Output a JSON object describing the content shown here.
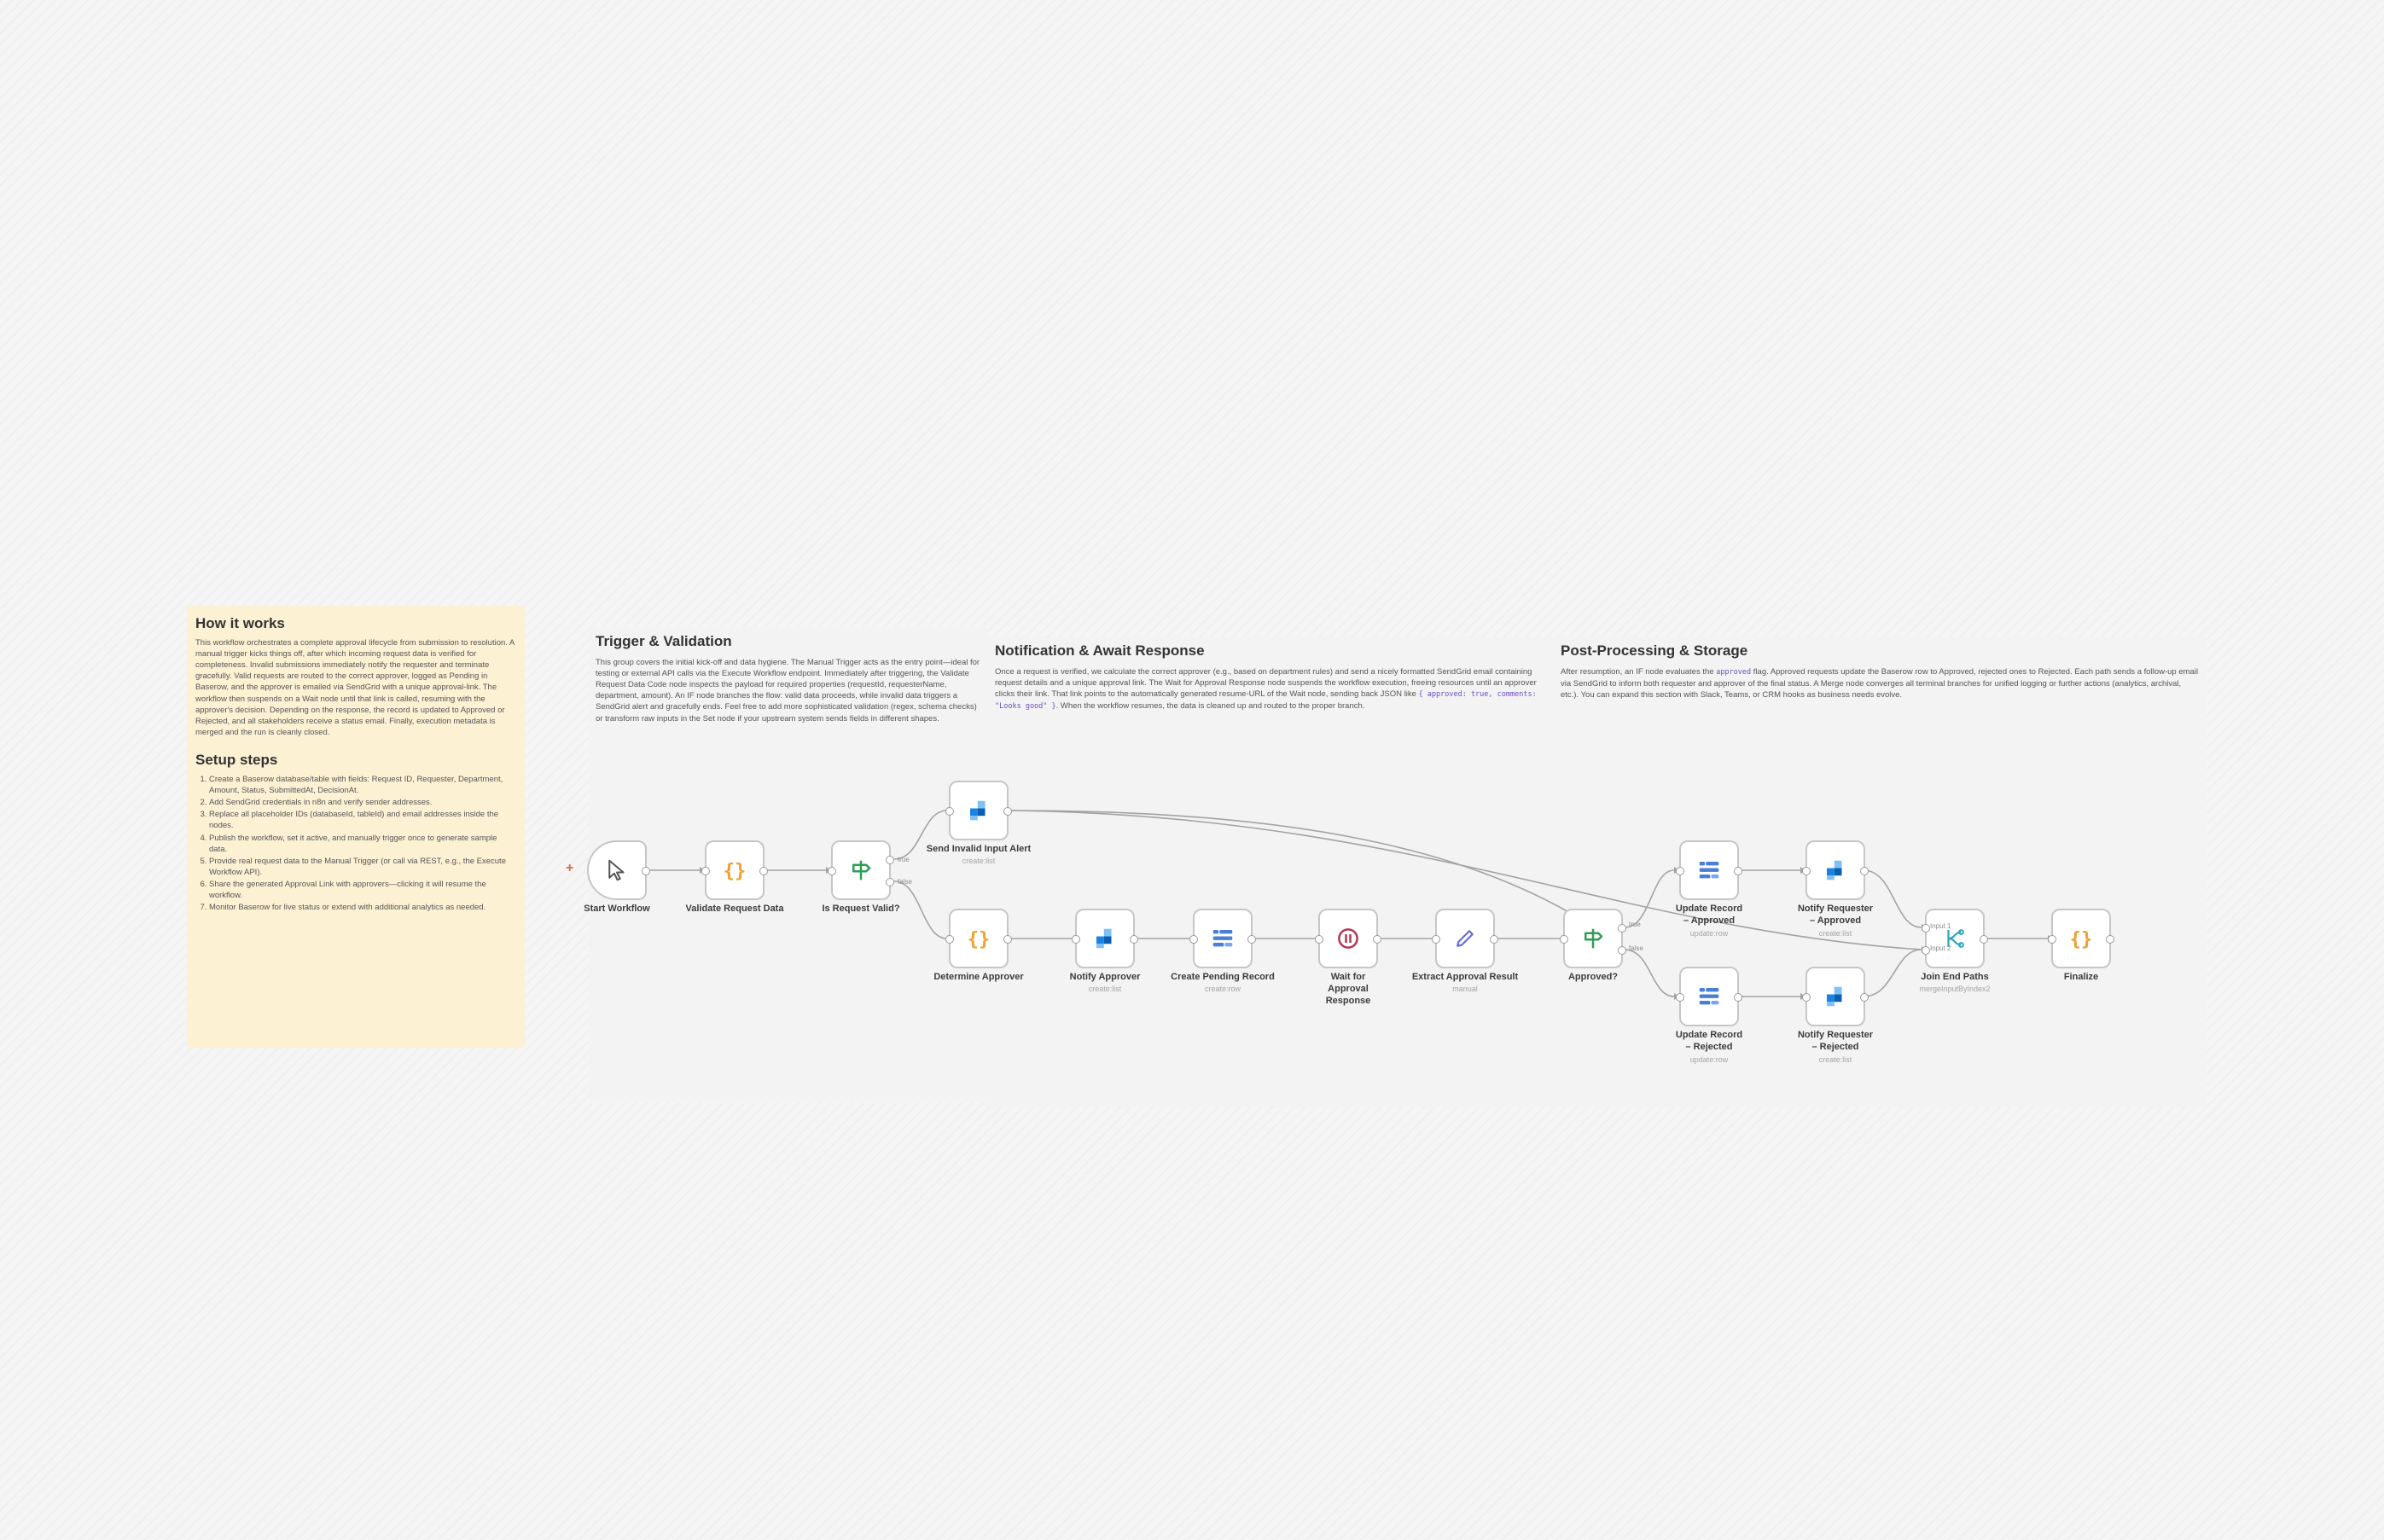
{
  "notes": {
    "how": {
      "title": "How it works",
      "body": "This workflow orchestrates a complete approval lifecycle from submission to resolution. A manual trigger kicks things off, after which incoming request data is verified for completeness. Invalid submissions immediately notify the requester and terminate gracefully. Valid requests are routed to the correct approver, logged as Pending in Baserow, and the approver is emailed via SendGrid with a unique approval-link. The workflow then suspends on a Wait node until that link is called, resuming with the approver's decision. Depending on the response, the record is updated to Approved or Rejected, and all stakeholders receive a status email. Finally, execution metadata is merged and the run is cleanly closed."
    },
    "setup": {
      "title": "Setup steps",
      "steps": [
        "Create a Baserow database/table with fields: Request ID, Requester, Department, Amount, Status, SubmittedAt, DecisionAt.",
        "Add SendGrid credentials in n8n and verify sender addresses.",
        "Replace all placeholder IDs (databaseId, tableId) and email addresses inside the nodes.",
        "Publish the workflow, set it active, and manually trigger once to generate sample data.",
        "Provide real request data to the Manual Trigger (or call via REST, e.g., the Execute Workflow API).",
        "Share the generated Approval Link with approvers—clicking it will resume the workflow.",
        "Monitor Baserow for live status or extend with additional analytics as needed."
      ]
    },
    "trigger": {
      "title": "Trigger & Validation",
      "body": "This group covers the initial kick-off and data hygiene. The Manual Trigger acts as the entry point—ideal for testing or external API calls via the Execute Workflow endpoint. Immediately after triggering, the Validate Request Data Code node inspects the payload for required properties (requestId, requesterName, department, amount). An IF node branches the flow: valid data proceeds, while invalid data triggers a SendGrid alert and gracefully ends. Feel free to add more sophisticated validation (regex, schema checks) or transform raw inputs in the Set node if your upstream system sends fields in different shapes."
    },
    "notify": {
      "title": "Notification & Await Response",
      "body_a": "Once a request is verified, we calculate the correct approver (e.g., based on department rules) and send a nicely formatted SendGrid email containing request details and a unique approval link. The Wait for Approval Response node suspends the workflow execution, freeing resources until an approver clicks their link. That link points to the automatically generated resume-URL of the Wait node, sending back JSON like",
      "code": "{ approved: true, comments: \"Looks good\" }",
      "body_b": ". When the workflow resumes, the data is cleaned up and routed to the proper branch."
    },
    "post": {
      "title": "Post-Processing & Storage",
      "body_a": "After resumption, an IF node evaluates the",
      "code": "approved",
      "body_b": "flag. Approved requests update the Baserow row to Approved, rejected ones to Rejected. Each path sends a follow-up email via SendGrid to inform both requester and approver of the final status. A Merge node converges all terminal branches for unified logging or further actions (analytics, archival, etc.). You can expand this section with Slack, Teams, or CRM hooks as business needs evolve."
    }
  },
  "nodes": {
    "start": {
      "label": "Start Workflow",
      "sub": "",
      "icon": "cursor-icon"
    },
    "validate": {
      "label": "Validate Request Data",
      "sub": "",
      "icon": "code-braces-icon"
    },
    "is_valid": {
      "label": "Is Request Valid?",
      "sub": "",
      "icon": "signpost-icon",
      "port_true": "true",
      "port_false": "false"
    },
    "send_invalid": {
      "label": "Send Invalid Input Alert",
      "sub": "create:list",
      "icon": "sendgrid-icon"
    },
    "determine": {
      "label": "Determine Approver",
      "sub": "",
      "icon": "code-braces-icon"
    },
    "notify_approver": {
      "label": "Notify Approver",
      "sub": "create:list",
      "icon": "sendgrid-icon"
    },
    "create_pending": {
      "label": "Create Pending Record",
      "sub": "create:row",
      "icon": "baserow-icon"
    },
    "wait": {
      "label": "Wait for Approval Response",
      "sub": "",
      "icon": "pause-icon"
    },
    "extract": {
      "label": "Extract Approval Result",
      "sub": "manual",
      "icon": "pencil-icon"
    },
    "approved_if": {
      "label": "Approved?",
      "sub": "",
      "icon": "signpost-icon",
      "port_true": "true",
      "port_false": "false"
    },
    "update_approved": {
      "label": "Update Record – Approved",
      "sub": "update:row",
      "icon": "baserow-icon"
    },
    "notify_req_approved": {
      "label": "Notify Requester – Approved",
      "sub": "create:list",
      "icon": "sendgrid-icon"
    },
    "update_rejected": {
      "label": "Update Record – Rejected",
      "sub": "update:row",
      "icon": "baserow-icon"
    },
    "notify_req_rejected": {
      "label": "Notify Requester – Rejected",
      "sub": "create:list",
      "icon": "sendgrid-icon"
    },
    "join": {
      "label": "Join End Paths",
      "sub": "mergeInputByIndex2",
      "icon": "merge-icon",
      "port_in1": "Input 1",
      "port_in2": "Input 2"
    },
    "finalize": {
      "label": "Finalize",
      "sub": "",
      "icon": "code-braces-icon"
    }
  },
  "colors": {
    "sendgrid": "#1a82e2",
    "baserow": "#4a7fd6",
    "code": "#f0a030",
    "if": "#2e9e55",
    "wait": "#b2384f",
    "set": "#6a6cd8",
    "plus": "#e26a3c"
  }
}
